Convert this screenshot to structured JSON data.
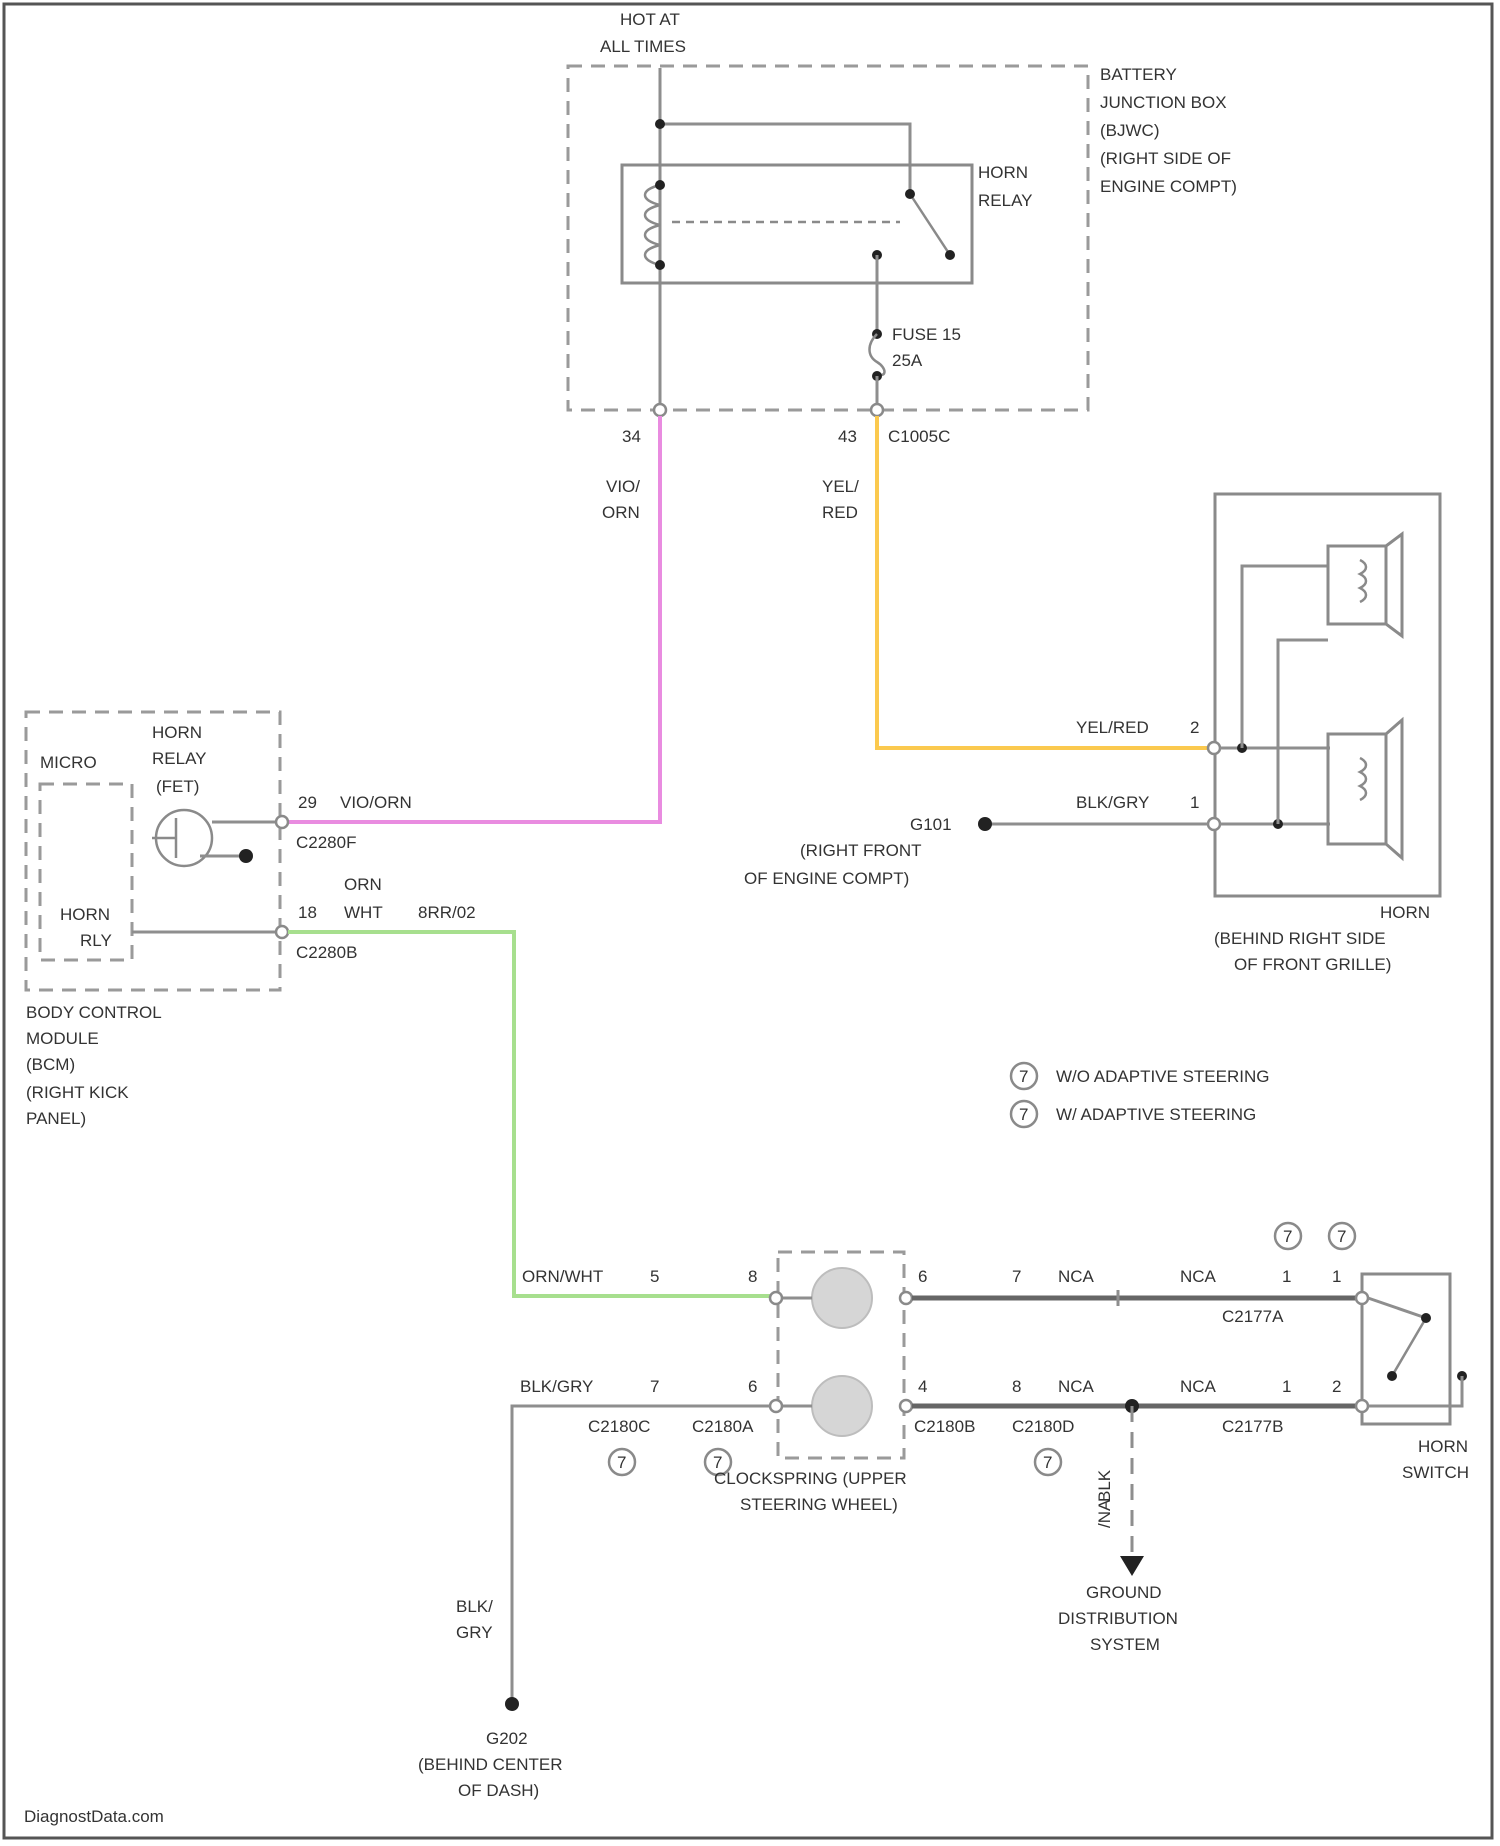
{
  "title": "",
  "colors": {
    "vio_orn": "#e98ce0",
    "yel_red": "#fbc94e",
    "orn_wht": "#a7df8e",
    "wire_gray": "#8e8e8e",
    "wire_dark": "#666666"
  },
  "power": {
    "label_line1": "HOT AT",
    "label_line2": "ALL TIMES"
  },
  "bjb": {
    "label_lines": [
      "BATTERY",
      "JUNCTION BOX",
      "(BJWC)",
      "(RIGHT SIDE OF",
      "ENGINE COMPT)"
    ],
    "relay_label": [
      "HORN",
      "RELAY"
    ],
    "fuse_label": [
      "FUSE 15",
      "25A"
    ],
    "pin_left": "34",
    "pin_right": "43",
    "connector": "C1005C"
  },
  "wires": {
    "vio_orn_vertical": [
      "VIO/",
      "ORN"
    ],
    "yel_red_vertical": [
      "YEL/",
      "RED"
    ],
    "yel_red_horn": "YEL/RED",
    "blk_gry_horn": "BLK/GRY",
    "vio_orn_bcm": "VIO/ORN",
    "orn_top": "ORN",
    "wht_bcm": "WHT",
    "splice_bcm": "8RR/02",
    "orn_wht_clock": "ORN/WHT",
    "blk_gry_clock": "BLK/GRY",
    "blk_gry_vertical": [
      "BLK/",
      "GRY"
    ],
    "ground_wire": [
      "BLK",
      "/NA"
    ],
    "nca": "NCA"
  },
  "horn": {
    "pin_top": "2",
    "pin_bottom": "1",
    "label_lines": [
      "HORN",
      "(BEHIND RIGHT SIDE",
      "OF FRONT GRILLE)"
    ]
  },
  "ground_g101": {
    "label": "G101",
    "location_lines": [
      "(RIGHT FRONT",
      "OF ENGINE COMPT)"
    ]
  },
  "bcm": {
    "micro_label": "MICRO",
    "fet_label": [
      "HORN",
      "RELAY",
      "(FET)"
    ],
    "rly_label": [
      "HORN",
      "RLY"
    ],
    "pin_top": "29",
    "connector_top": "C2280F",
    "pin_bottom": "18",
    "connector_bottom": "C2280B",
    "label_lines": [
      "BODY CONTROL",
      "MODULE",
      "(BCM)",
      "(RIGHT KICK",
      "PANEL)"
    ]
  },
  "legend": [
    {
      "mark": "7",
      "text": "W/O ADAPTIVE STEERING"
    },
    {
      "mark": "7",
      "text": "W/ ADAPTIVE STEERING"
    }
  ],
  "clockspring": {
    "label_lines": [
      "CLOCKSPRING (UPPER",
      "STEERING WHEEL)"
    ],
    "pin_orn_in": "5",
    "pin_orn_a": "8",
    "pin_top_out": "6",
    "pin_top_b": "7",
    "pin_blk_in": "7",
    "pin_blk_a": "6",
    "pin_bot_out": "4",
    "pin_bot_b": "8",
    "connector_c": "C2180C",
    "connector_a": "C2180A",
    "connector_b": "C2180B",
    "connector_d": "C2180D",
    "note_left": "7",
    "note_mid": "7",
    "note_right": "7"
  },
  "switch": {
    "pin_top_a": "1",
    "pin_top_b": "1",
    "pin_bot_a": "1",
    "pin_bot_b": "2",
    "connector_top": "C2177A",
    "connector_bot": "C2177B",
    "note_a": "7",
    "note_b": "7",
    "label_lines": [
      "HORN",
      "SWITCH"
    ]
  },
  "ground_system": {
    "label_lines": [
      "GROUND",
      "DISTRIBUTION",
      "SYSTEM"
    ]
  },
  "ground_g202": {
    "label": "G202",
    "location_lines": [
      "(BEHIND CENTER",
      "OF DASH)"
    ]
  },
  "watermark": "DiagnostData.com"
}
